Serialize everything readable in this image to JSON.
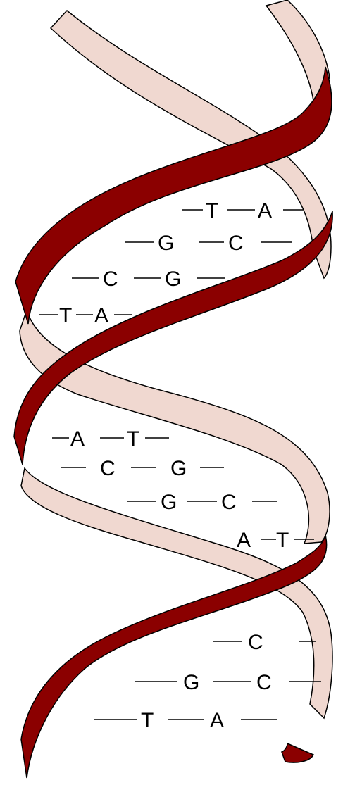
{
  "colors": {
    "strand_front": "#8b0000",
    "strand_back": "#f0d8d0",
    "outline": "#000000",
    "background": "#ffffff"
  },
  "base_pairs": [
    {
      "left": "T",
      "right": "A"
    },
    {
      "left": "G",
      "right": "C"
    },
    {
      "left": "C",
      "right": "G"
    },
    {
      "left": "T",
      "right": "A"
    },
    {
      "left": "A",
      "right": "T"
    },
    {
      "left": "C",
      "right": "G"
    },
    {
      "left": "G",
      "right": "C"
    },
    {
      "left": "A",
      "right": "T"
    },
    {
      "left": "",
      "right": "C"
    },
    {
      "left": "G",
      "right": "C"
    },
    {
      "left": "T",
      "right": "A"
    }
  ]
}
